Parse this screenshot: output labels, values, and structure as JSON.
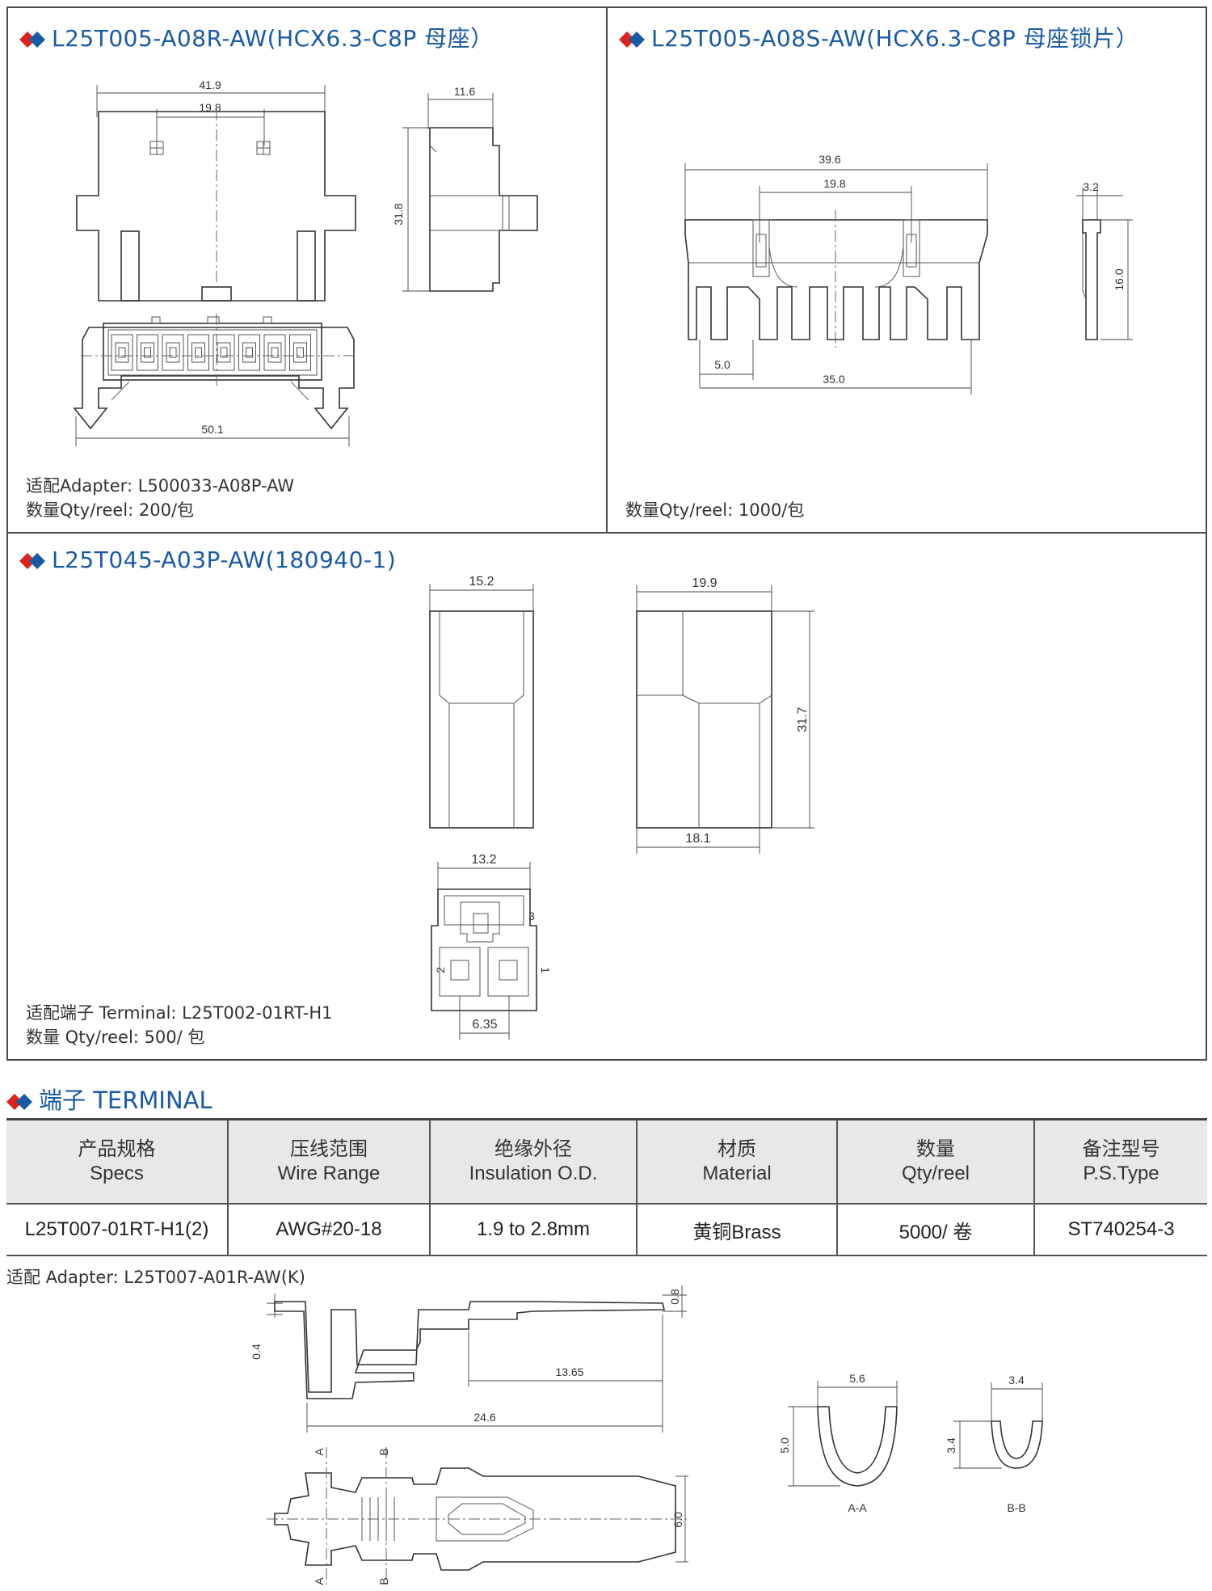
{
  "panel1": {
    "title": "L25T005-A08R-AW(HCX6.3-C8P 母座）",
    "adapter": "适配Adapter:  L500033-A08P-AW",
    "qty": "数量Qty/reel:  200/包",
    "dims": {
      "overall": "41.9",
      "pitch": "19.8",
      "side_depth": "11.6",
      "height": "31.8",
      "bottom_width": "50.1"
    }
  },
  "panel2": {
    "title": "L25T005-A08S-AW(HCX6.3-C8P 母座锁片）",
    "qty": "数量Qty/reel:  1000/包",
    "dims": {
      "overall": "39.6",
      "pitch": "19.8",
      "side_depth": "3.2",
      "height": "16.0",
      "slot": "5.0",
      "span": "35.0"
    }
  },
  "panel3": {
    "title": "L25T045-A03P-AW(180940-1)",
    "terminal": "适配端子 Terminal: L25T002-01RT-H1",
    "qty": "数量 Qty/reel:  500/ 包",
    "dims": {
      "front_width": "15.2",
      "side_width": "19.9",
      "height": "31.7",
      "side_bottom": "18.1",
      "face_width": "13.2",
      "face_pitch": "6.35",
      "pin3": "3",
      "pin1": "1",
      "pin2": "2"
    }
  },
  "terminal_section": {
    "title": "端子 TERMINAL",
    "headers": [
      {
        "cn": "产品规格",
        "en": "Specs"
      },
      {
        "cn": "压线范围",
        "en": "Wire Range"
      },
      {
        "cn": "绝缘外径",
        "en": "Insulation O.D."
      },
      {
        "cn": "材质",
        "en": "Material"
      },
      {
        "cn": "数量",
        "en": "Qty/reel"
      },
      {
        "cn": "备注型号",
        "en": "P.S.Type"
      }
    ],
    "row": [
      "L25T007-01RT-H1(2)",
      "AWG#20-18",
      "1.9 to 2.8mm",
      "黄铜Brass",
      "5000/ 卷",
      "ST740254-3"
    ],
    "adapter": "适配 Adapter: L25T007-A01R-AW(K)",
    "dims": {
      "thickness": "0.8",
      "tab": "0.4",
      "crimp_len": "13.65",
      "total_len": "24.6",
      "width": "6.0",
      "aa_width": "5.6",
      "aa_height": "5.0",
      "bb_width": "3.4",
      "bb_height": "3.4"
    },
    "section_labels": {
      "a": "A",
      "b": "B",
      "aa": "A-A",
      "bb": "B-B"
    }
  }
}
